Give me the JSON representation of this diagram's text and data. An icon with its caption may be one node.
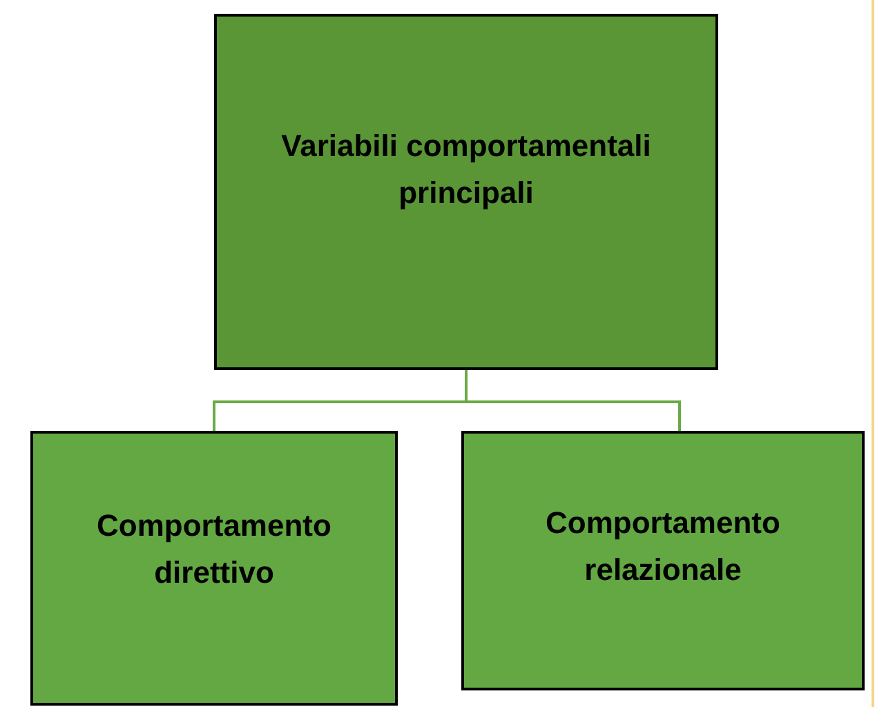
{
  "diagram": {
    "nodes": [
      {
        "text": [
          "Variabili comportamentali principali"
        ]
      },
      {
        "text": [
          "Comportamento direttivo"
        ]
      },
      {
        "text": [
          "Comportamento relazionale"
        ]
      }
    ],
    "edges": [
      {
        "from": 0,
        "to": 1,
        "arrow": "none"
      },
      {
        "from": 0,
        "to": 2,
        "arrow": "none"
      }
    ]
  }
}
